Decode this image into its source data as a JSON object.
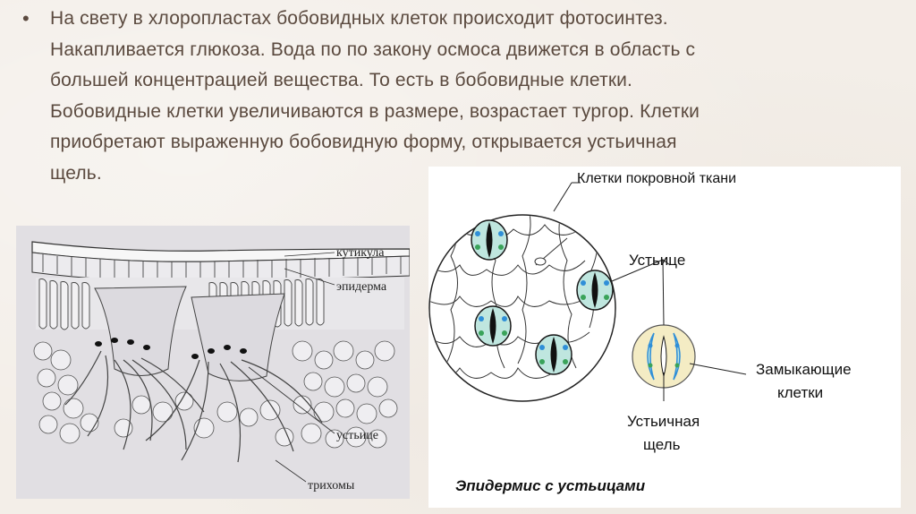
{
  "slide": {
    "bullet_symbol": "•",
    "paragraph_lines": [
      "На свету в хлоропластах бобовидных клеток происходит фотосинтез.",
      "Накапливается глюкоза. Вода по по закону осмоса движется в область с",
      "большей концентрацией вещества. То есть в бобовидные клетки.",
      "Бобовидные клетки увеличиваются в размере, возрастает тургор. Клетки",
      "приобретают выраженную бобовидную форму, открывается устьичная",
      "щель."
    ]
  },
  "leaf_cross_section": {
    "labels": {
      "cuticle": "кутикула",
      "epidermis": "эпидерма",
      "stoma": "устьице",
      "trichomes": "трихомы"
    }
  },
  "epidermis_figure": {
    "labels": {
      "cover_cells": "Клетки покровной ткани",
      "stoma": "Устьице",
      "guard_cells_line1": "Замыкающие",
      "guard_cells_line2": "клетки",
      "stomatal_slit_line1": "Устьичная",
      "stomatal_slit_line2": "щель",
      "caption": "Эпидермис с устьицами"
    },
    "colors": {
      "guard_cell_fill": "#bfe6df",
      "chloroplast": "#2f8fd8",
      "chloroplast_alt": "#3aa35a",
      "zoom_circle_fill": "#f4ecc4"
    }
  }
}
